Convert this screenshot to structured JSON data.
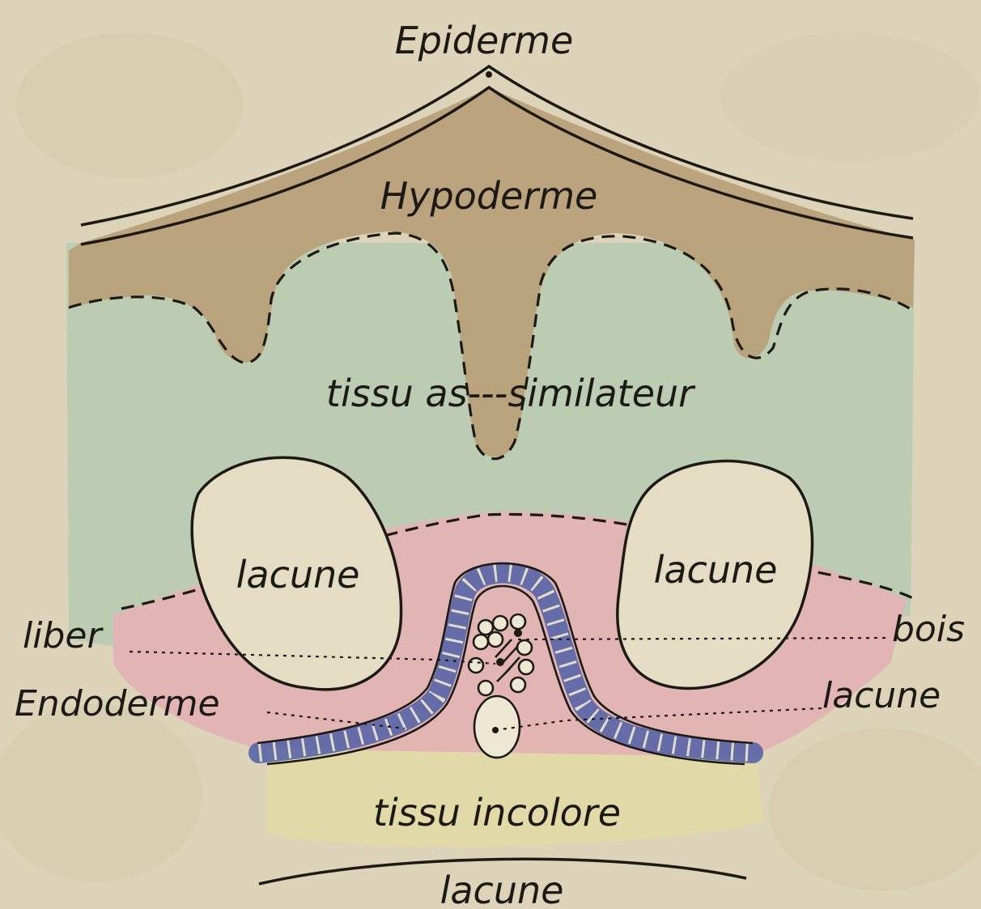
{
  "diagram": {
    "labels": {
      "epiderme": "Epiderme",
      "hypoderme": "Hypoderme",
      "tissu_assimilateur": "tissu as---similateur",
      "lacune_left": "lacune",
      "lacune_right": "lacune",
      "liber": "liber",
      "bois": "bois",
      "endoderme": "Endoderme",
      "lacune_small": "lacune",
      "tissu_incolore": "tissu incolore",
      "lacune_bottom": "lacune"
    },
    "colors": {
      "paper": "#dcd3b8",
      "hypoderme": "#b8a07a",
      "tissu_assimilateur": "#b9cbb2",
      "liber_bois": "#e2b3b3",
      "endoderme": "#4f5fa6",
      "tissu_incolore": "#e3d9a6",
      "ink": "#1d1a16"
    }
  }
}
